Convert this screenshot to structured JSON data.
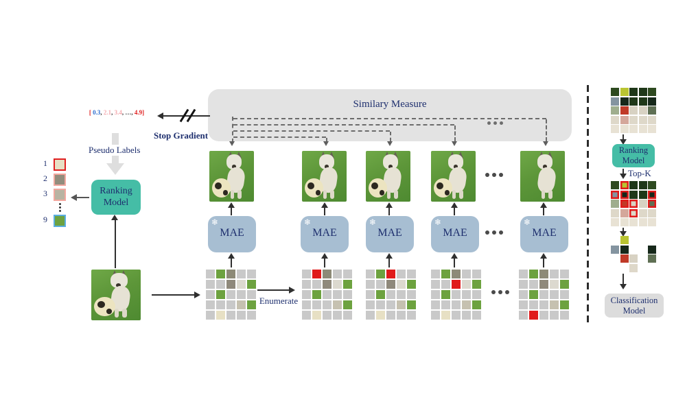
{
  "labels": {
    "similarity_measure": "Similary Measure",
    "stop_gradient": "Stop Gradient",
    "pseudo_labels": "Pseudo Labels",
    "ranking_line1": "Ranking",
    "ranking_line2": "Model",
    "mae": "MAE",
    "enumerate": "Enumerate",
    "top_k": "Top-K",
    "classification_line1": "Classification",
    "classification_line2": "Model"
  },
  "icons": {
    "snowflake": "❄",
    "ellipsis": "•••"
  },
  "score_vector": {
    "tokens": [
      {
        "t": "[ ",
        "c": "#e02020"
      },
      {
        "t": "0.3",
        "c": "#2f6fd0"
      },
      {
        "t": ", ",
        "c": "#3a3a3a"
      },
      {
        "t": "2.1",
        "c": "#f4a9ae"
      },
      {
        "t": ", ",
        "c": "#3a3a3a"
      },
      {
        "t": "3.4",
        "c": "#f4a9ae"
      },
      {
        "t": ", …, ",
        "c": "#3a3a3a"
      },
      {
        "t": "4.9",
        "c": "#e02020"
      },
      {
        "t": "]",
        "c": "#e02020"
      }
    ]
  },
  "rank_list": {
    "items": [
      {
        "rank": "1",
        "border": "#e02020",
        "fill": "#e7e0c5"
      },
      {
        "rank": "2",
        "border": "#f2a79e",
        "fill": "#938d7d"
      },
      {
        "rank": "3",
        "border": "#f2a79e",
        "fill": "#b8b3a2"
      },
      {
        "rank": "9",
        "border": "#5aaee0",
        "fill": "#6da23f"
      }
    ]
  },
  "colors": {
    "navy_text": "#1e2f6e",
    "teal": "#45bda6",
    "mae_blue": "#a7bed2",
    "panel_gray": "#e3e3e3",
    "box_gray": "#dcdcdc",
    "mask_red": "#e01b1b",
    "patch_gray": "#c9c9c9"
  },
  "palette": {
    "G": "#c9c9c9",
    "g": "#6da23f",
    "e": "#8d8a77",
    "f": "#8f897b",
    "w": "#dcd9cf",
    "l": "#c6c1b0",
    "b": "#e7e0c4",
    "R": "#e01b1b",
    "t1": "#2e4a20",
    "y": "#b9c431",
    "t2": "#1f3819",
    "t3": "#16281a",
    "s": "#8494a0",
    "p1": "#9fae8e",
    "h": "#c03a28",
    "p2": "#d8d2c3",
    "m": "#5f7054",
    "h2": "#d4a79b",
    "p3": "#ded8c9",
    "p4": "#e8e2d4"
  },
  "mae_columns": {
    "dogs": [
      {
        "ball": true
      },
      {
        "ball": true
      },
      {
        "ball": true
      },
      {
        "ball": true
      },
      {
        "ball": false
      }
    ],
    "grid_base": [
      "G",
      "g",
      "e",
      "G",
      "G",
      "G",
      "G",
      "f",
      "w",
      "g",
      "G",
      "g",
      "G",
      "G",
      "G",
      "G",
      "G",
      "G",
      "l",
      "g",
      "G",
      "b",
      "G",
      "G",
      "G"
    ],
    "masked_cell": [
      null,
      1,
      2,
      7,
      21
    ]
  },
  "right_panel": {
    "grid_cells": [
      "t1",
      "y",
      "t2",
      "t2",
      "t1",
      "s",
      "t3",
      "t2",
      "t2",
      "t3",
      "p1",
      "h",
      "p2",
      "p2",
      "m",
      "p3",
      "h2",
      "p3",
      "p3",
      "p3",
      "p4",
      "p4",
      "p4",
      "p4",
      "p4"
    ],
    "topk_selected": [
      1,
      5,
      6,
      9,
      11,
      12,
      14,
      17
    ]
  }
}
